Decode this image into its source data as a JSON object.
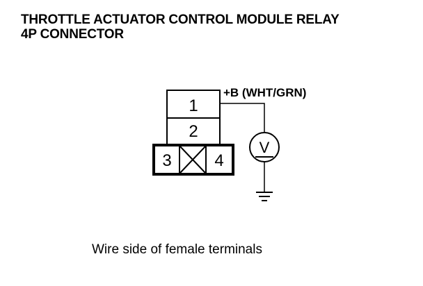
{
  "title": {
    "line1": "THROTTLE ACTUATOR CONTROL MODULE RELAY",
    "line2": "4P CONNECTOR"
  },
  "connector": {
    "terminals": [
      {
        "number": "1"
      },
      {
        "number": "2"
      },
      {
        "number": "3"
      },
      {
        "number": "4"
      }
    ]
  },
  "wire_label": "+B (WHT/GRN)",
  "meter": {
    "symbol": "V"
  },
  "caption": "Wire side of female terminals"
}
